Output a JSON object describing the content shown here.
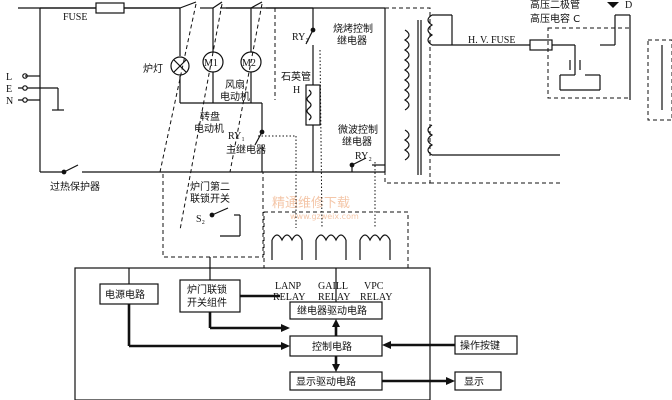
{
  "labels": {
    "fuse_top": "FUSE",
    "terminal_l": "L",
    "terminal_e": "E",
    "terminal_n": "N",
    "lamp": "炉灯",
    "m1": "M1",
    "m2": "M2",
    "fan_motor_1": "风扇",
    "fan_motor_2": "电动机",
    "turntable_1": "转盘",
    "turntable_2": "电动机",
    "ry1": "RY₁",
    "main_relay": "主继电器",
    "ry3": "RY₃",
    "grill_relay_1": "烧烤控制",
    "grill_relay_2": "继电器",
    "quartz_1": "石英管",
    "quartz_2": "H",
    "micro_relay_1": "微波控制",
    "micro_relay_2": "继电器",
    "ry2": "RY₂",
    "overheat": "过热保护器",
    "door_second_1": "炉门第二",
    "door_second_2": "联锁开关",
    "s2": "S₂",
    "hv_fuse": "H. V. FUSE",
    "hv_diode": "高压二极管",
    "hv_cap": "高压电容 C",
    "diode_d": "D",
    "lanp_1": "LANP",
    "lanp_2": "RELAY",
    "grill_1": "GAILL",
    "grill_2": "RELAY",
    "vpc_1": "VPC",
    "vpc_2": "RELAY",
    "power_circuit": "电源电路",
    "door_interlock_1": "炉门联锁",
    "door_interlock_2": "开关组件",
    "relay_drive": "继电器驱动电路",
    "control": "控制电路",
    "keys": "操作按键",
    "display_drive": "显示驱动电路",
    "display": "显示"
  },
  "watermark": {
    "line1": "精通维修下载",
    "line2": "www.gzweix.com"
  }
}
